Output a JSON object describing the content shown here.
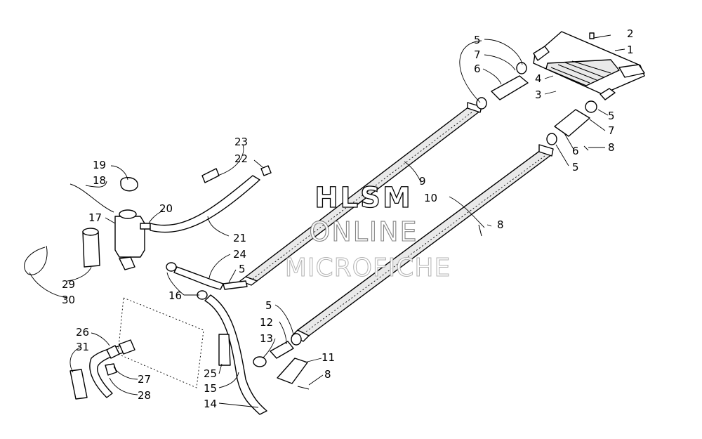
{
  "watermark": {
    "line1": "HLSM",
    "line2": "ONLINE",
    "line3": "MICROFICHE"
  },
  "callouts": [
    {
      "id": "c1",
      "text": "1"
    },
    {
      "id": "c2",
      "text": "2"
    },
    {
      "id": "c3",
      "text": "3"
    },
    {
      "id": "c4",
      "text": "4"
    },
    {
      "id": "c5a",
      "text": "5"
    },
    {
      "id": "c7a",
      "text": "7"
    },
    {
      "id": "c6a",
      "text": "6"
    },
    {
      "id": "c5b",
      "text": "5"
    },
    {
      "id": "c7b",
      "text": "7"
    },
    {
      "id": "c8a",
      "text": "8"
    },
    {
      "id": "c6b",
      "text": "6"
    },
    {
      "id": "c5c",
      "text": "5"
    },
    {
      "id": "c9",
      "text": "9"
    },
    {
      "id": "c10",
      "text": "10"
    },
    {
      "id": "c8b",
      "text": "8"
    },
    {
      "id": "c23",
      "text": "23"
    },
    {
      "id": "c22",
      "text": "22"
    },
    {
      "id": "c19",
      "text": "19"
    },
    {
      "id": "c18",
      "text": "18"
    },
    {
      "id": "c20",
      "text": "20"
    },
    {
      "id": "c17",
      "text": "17"
    },
    {
      "id": "c21",
      "text": "21"
    },
    {
      "id": "c24",
      "text": "24"
    },
    {
      "id": "c5d",
      "text": "5"
    },
    {
      "id": "c29",
      "text": "29"
    },
    {
      "id": "c30",
      "text": "30"
    },
    {
      "id": "c16",
      "text": "16"
    },
    {
      "id": "c5e",
      "text": "5"
    },
    {
      "id": "c12",
      "text": "12"
    },
    {
      "id": "c13",
      "text": "13"
    },
    {
      "id": "c11",
      "text": "11"
    },
    {
      "id": "c8c",
      "text": "8"
    },
    {
      "id": "c26",
      "text": "26"
    },
    {
      "id": "c31",
      "text": "31"
    },
    {
      "id": "c25",
      "text": "25"
    },
    {
      "id": "c15",
      "text": "15"
    },
    {
      "id": "c27",
      "text": "27"
    },
    {
      "id": "c28",
      "text": "28"
    },
    {
      "id": "c14",
      "text": "14"
    }
  ]
}
